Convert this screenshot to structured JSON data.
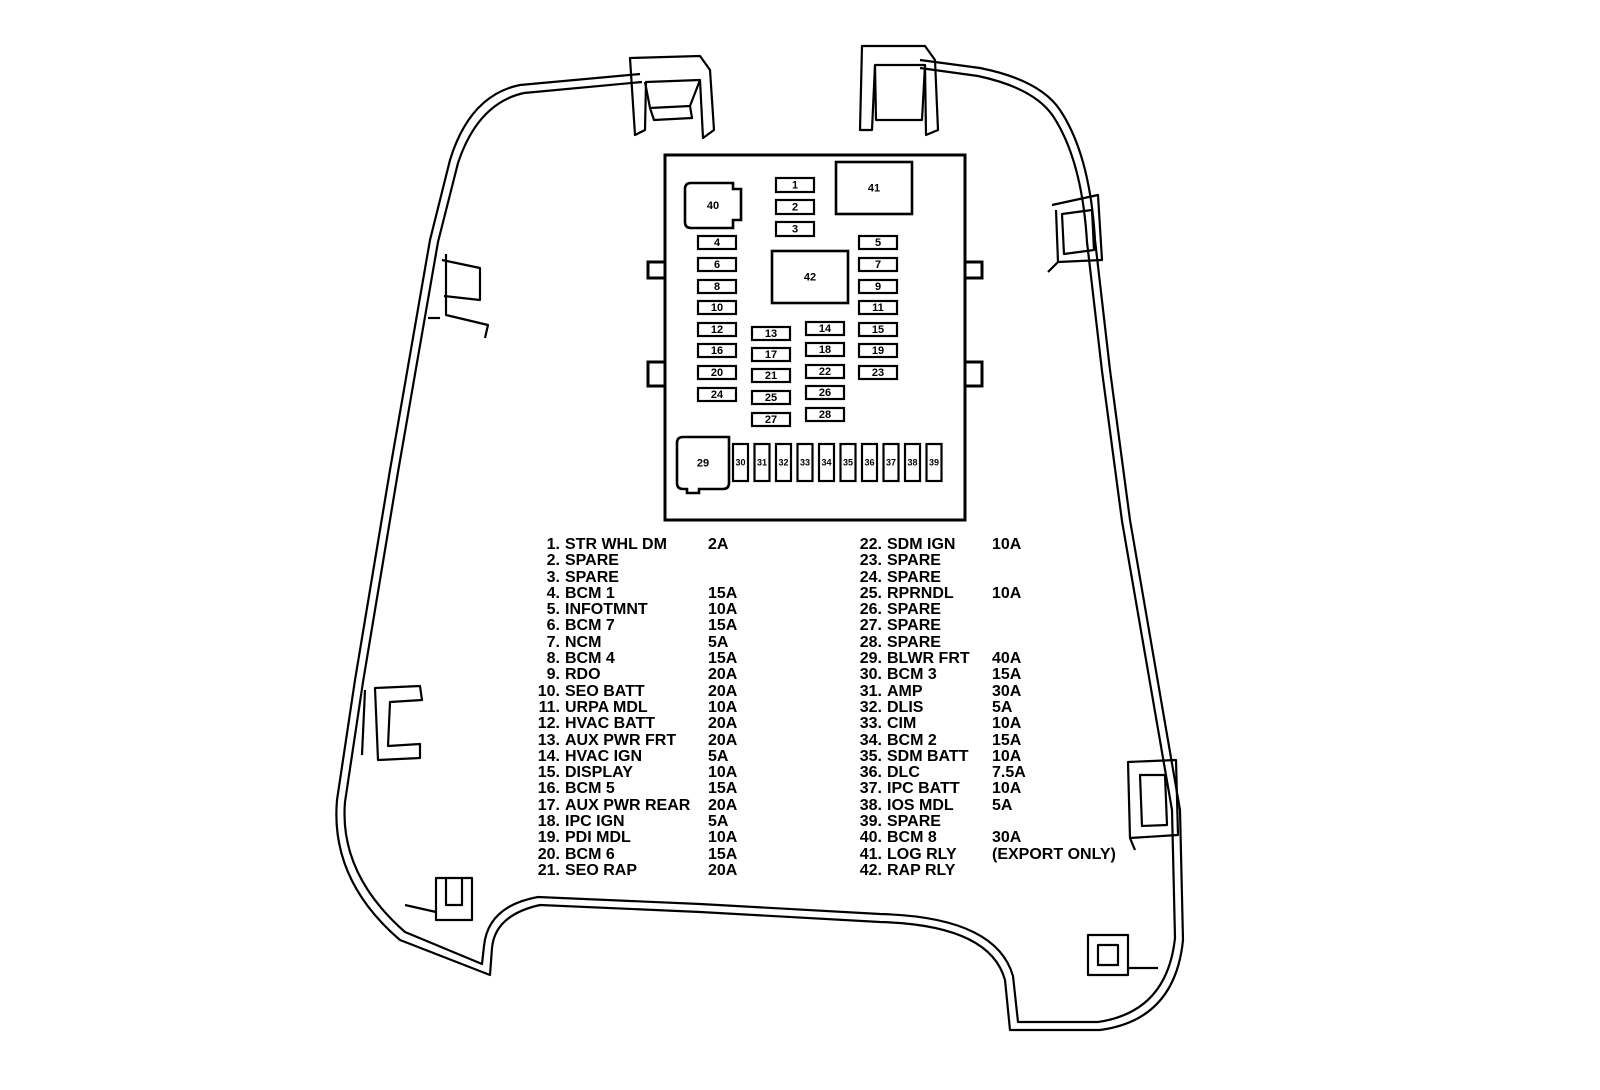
{
  "box_labels": [
    "1",
    "2",
    "3",
    "4",
    "5",
    "6",
    "7",
    "8",
    "9",
    "10",
    "11",
    "12",
    "13",
    "14",
    "15",
    "16",
    "17",
    "18",
    "19",
    "20",
    "21",
    "22",
    "23",
    "24",
    "25",
    "26",
    "27",
    "28",
    "29",
    "30",
    "31",
    "32",
    "33",
    "34",
    "35",
    "36",
    "37",
    "38",
    "39",
    "40",
    "41",
    "42"
  ],
  "legend_left": [
    {
      "num": "1.",
      "name": "STR WHL DM",
      "rating": "2A"
    },
    {
      "num": "2.",
      "name": "SPARE",
      "rating": ""
    },
    {
      "num": "3.",
      "name": "SPARE",
      "rating": ""
    },
    {
      "num": "4.",
      "name": "BCM 1",
      "rating": "15A"
    },
    {
      "num": "5.",
      "name": "INFOTMNT",
      "rating": "10A"
    },
    {
      "num": "6.",
      "name": "BCM 7",
      "rating": "15A"
    },
    {
      "num": "7.",
      "name": "NCM",
      "rating": "5A"
    },
    {
      "num": "8.",
      "name": "BCM 4",
      "rating": "15A"
    },
    {
      "num": "9.",
      "name": "RDO",
      "rating": "20A"
    },
    {
      "num": "10.",
      "name": "SEO BATT",
      "rating": "20A"
    },
    {
      "num": "11.",
      "name": "URPA MDL",
      "rating": "10A"
    },
    {
      "num": "12.",
      "name": "HVAC BATT",
      "rating": "20A"
    },
    {
      "num": "13.",
      "name": "AUX PWR FRT",
      "rating": "20A"
    },
    {
      "num": "14.",
      "name": "HVAC IGN",
      "rating": "5A"
    },
    {
      "num": "15.",
      "name": "DISPLAY",
      "rating": "10A"
    },
    {
      "num": "16.",
      "name": "BCM 5",
      "rating": "15A"
    },
    {
      "num": "17.",
      "name": "AUX PWR REAR",
      "rating": "20A"
    },
    {
      "num": "18.",
      "name": "IPC IGN",
      "rating": "5A"
    },
    {
      "num": "19.",
      "name": "PDI MDL",
      "rating": "10A"
    },
    {
      "num": "20.",
      "name": "BCM 6",
      "rating": "15A"
    },
    {
      "num": "21.",
      "name": "SEO RAP",
      "rating": "20A"
    }
  ],
  "legend_right": [
    {
      "num": "22.",
      "name": "SDM IGN",
      "rating": "10A"
    },
    {
      "num": "23.",
      "name": "SPARE",
      "rating": ""
    },
    {
      "num": "24.",
      "name": "SPARE",
      "rating": ""
    },
    {
      "num": "25.",
      "name": "RPRNDL",
      "rating": "10A"
    },
    {
      "num": "26.",
      "name": "SPARE",
      "rating": ""
    },
    {
      "num": "27.",
      "name": "SPARE",
      "rating": ""
    },
    {
      "num": "28.",
      "name": "SPARE",
      "rating": ""
    },
    {
      "num": "29.",
      "name": "BLWR FRT",
      "rating": "40A"
    },
    {
      "num": "30.",
      "name": "BCM 3",
      "rating": "15A"
    },
    {
      "num": "31.",
      "name": "AMP",
      "rating": "30A"
    },
    {
      "num": "32.",
      "name": "DLIS",
      "rating": "5A"
    },
    {
      "num": "33.",
      "name": "CIM",
      "rating": "10A"
    },
    {
      "num": "34.",
      "name": "BCM 2",
      "rating": "15A"
    },
    {
      "num": "35.",
      "name": "SDM BATT",
      "rating": "10A"
    },
    {
      "num": "36.",
      "name": "DLC",
      "rating": "7.5A"
    },
    {
      "num": "37.",
      "name": "IPC BATT",
      "rating": "10A"
    },
    {
      "num": "38.",
      "name": "IOS MDL",
      "rating": "5A"
    },
    {
      "num": "39.",
      "name": "SPARE",
      "rating": ""
    },
    {
      "num": "40.",
      "name": "BCM 8",
      "rating": "30A"
    },
    {
      "num": "41.",
      "name": "LOG RLY",
      "rating": "(EXPORT ONLY)"
    },
    {
      "num": "42.",
      "name": "RAP RLY",
      "rating": ""
    }
  ]
}
